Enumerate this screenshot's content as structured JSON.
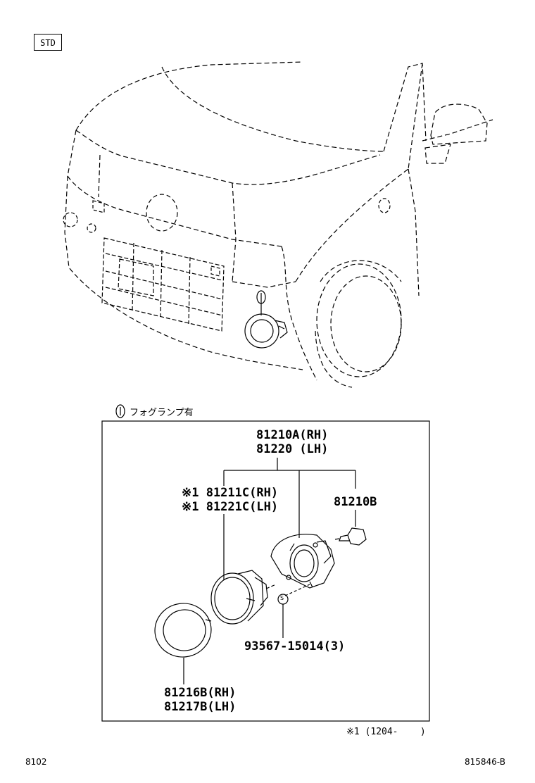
{
  "header": {
    "badge": "STD"
  },
  "legend": {
    "marker": "I",
    "caption": "フォグランプ有"
  },
  "parts": {
    "lamp_assy_rh": "81210A(RH)",
    "lamp_assy_lh": "81220 (LH)",
    "unit_rh": "※1 81211C(RH)",
    "unit_lh": "※1 81221C(LH)",
    "bulb": "81210B",
    "screw": "93567-15014(3)",
    "bezel_rh": "81216B(RH)",
    "bezel_lh": "81217B(LH)",
    "screw_marker": "S"
  },
  "footnote": "※1 (1204-    )",
  "footer": {
    "page": "8102",
    "illustration_id": "815846-B"
  }
}
